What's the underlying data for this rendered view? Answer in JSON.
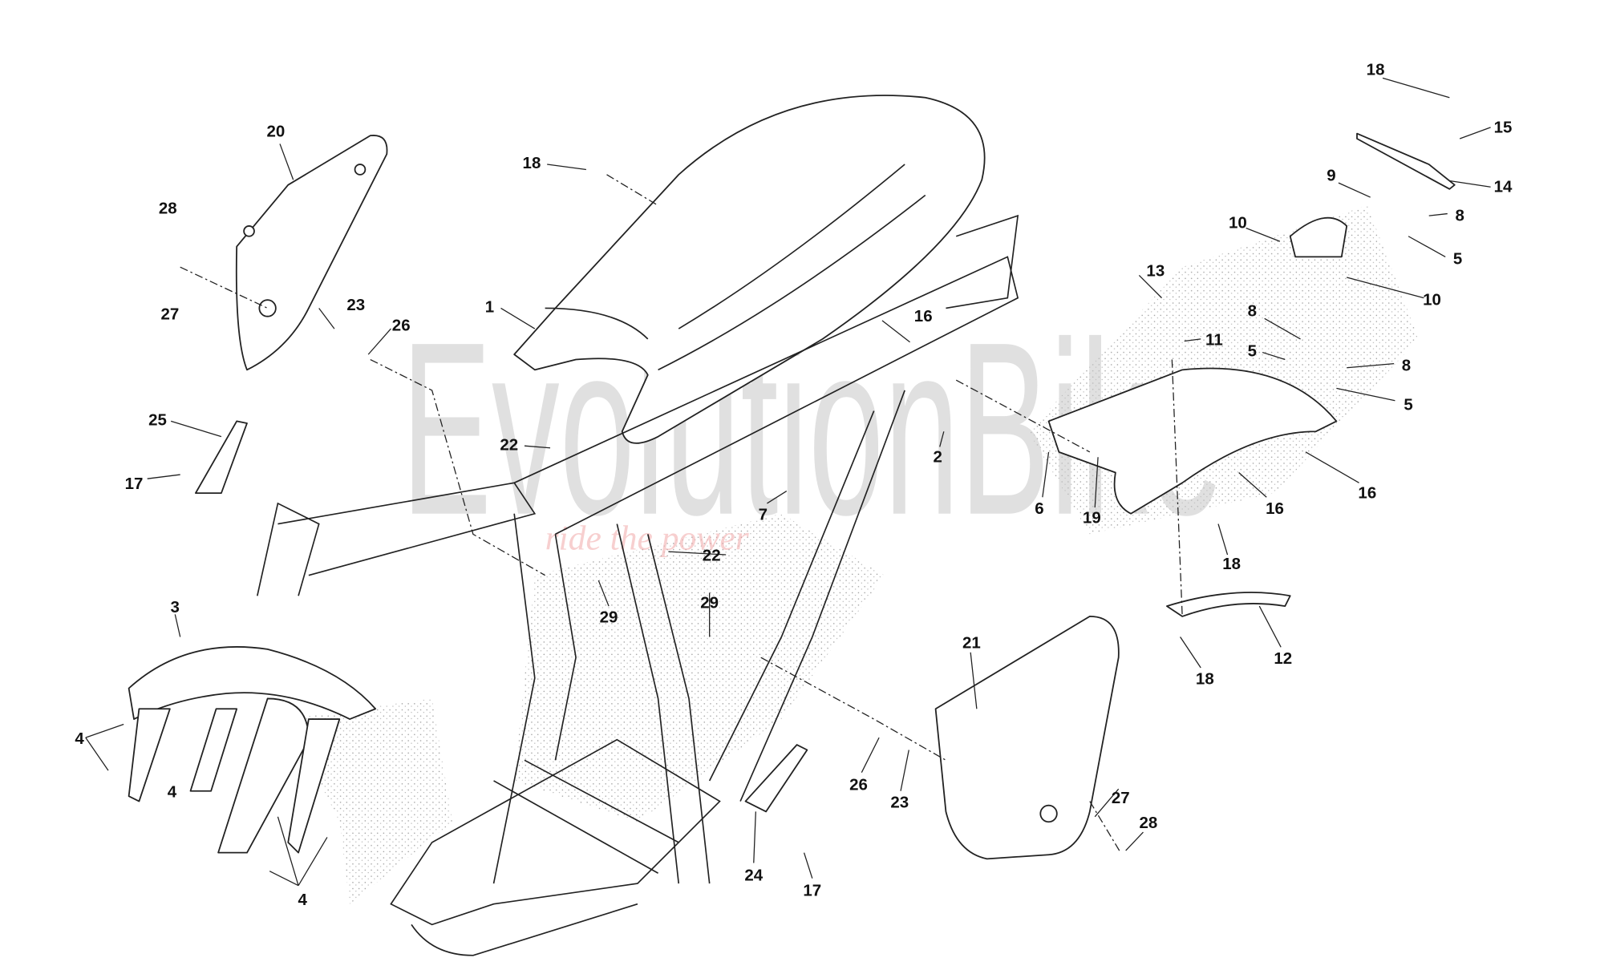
{
  "diagram_title": "",
  "watermark": {
    "brand": "EvolutionBike",
    "tagline": "ride the power"
  },
  "callouts": [
    "18",
    "1",
    "20",
    "28",
    "27",
    "23",
    "26",
    "25",
    "17",
    "22",
    "22",
    "7",
    "29",
    "29",
    "16",
    "2",
    "3",
    "4",
    "4",
    "4",
    "24",
    "17",
    "26",
    "23",
    "21",
    "27",
    "28",
    "13",
    "11",
    "6",
    "19",
    "16",
    "16",
    "18",
    "18",
    "12",
    "8",
    "5",
    "8",
    "5",
    "10",
    "10",
    "9",
    "8",
    "5",
    "14",
    "15",
    "18"
  ]
}
